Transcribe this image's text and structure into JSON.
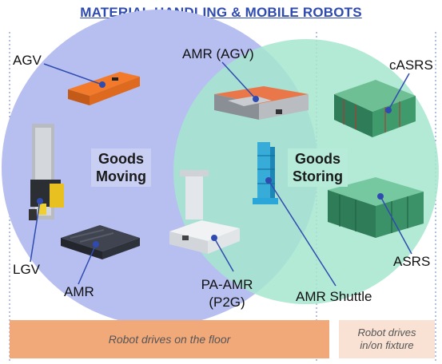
{
  "title": "MATERIAL HANDLING & MOBILE ROBOTS",
  "circles": [
    {
      "name": "Goods Moving",
      "line1": "Goods",
      "line2": "Moving",
      "color": "#b6bff0"
    },
    {
      "name": "Goods Storing",
      "line1": "Goods",
      "line2": "Storing",
      "color": "#a6e6cf"
    }
  ],
  "robots": {
    "agv": "AGV",
    "amr_agv": "AMR (AGV)",
    "casrs": "cASRS",
    "lgv": "LGV",
    "amr": "AMR",
    "pa_amr_line1": "PA-AMR",
    "pa_amr_line2": "(P2G)",
    "amr_shuttle": "AMR Shuttle",
    "asrs": "ASRS"
  },
  "bands": {
    "floor": "Robot drives on the floor",
    "fixture_line1": "Robot drives",
    "fixture_line2": "in/on fixture"
  },
  "colors": {
    "title": "#2f4bb0",
    "connector": "#2f4bb0",
    "floor_band": "#f2a97a",
    "fixture_band": "#f9e1d3"
  }
}
